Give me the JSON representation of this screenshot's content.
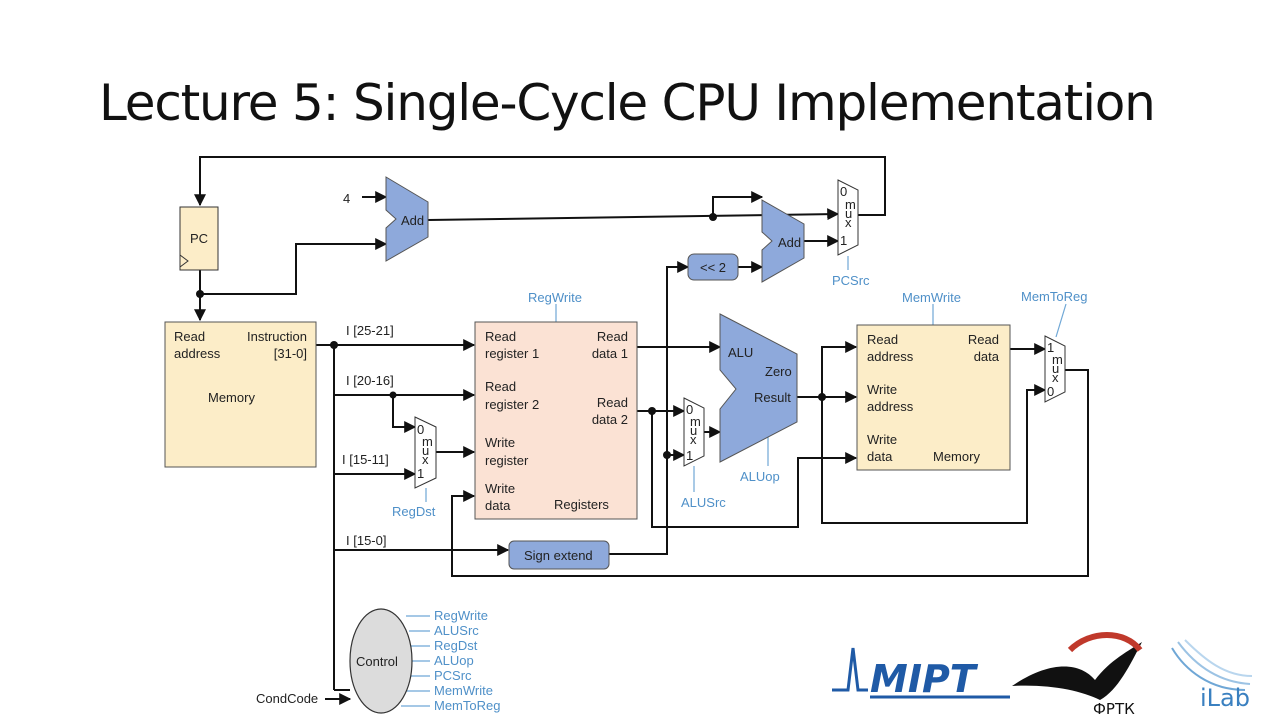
{
  "slide": {
    "title": "Lecture 5: Single-Cycle CPU Implementation"
  },
  "diagram": {
    "pc": "PC",
    "four": "4",
    "add": "Add",
    "shift": "<< 2",
    "mux": {
      "zero": "0",
      "one": "1",
      "m": "m",
      "u": "u",
      "x": "x"
    },
    "imem": {
      "read": "Read",
      "address": "address",
      "instruction": "Instruction",
      "bits": "[31-0]",
      "name": "Memory"
    },
    "fields": {
      "rs": "I [25-21]",
      "rt": "I [20-16]",
      "rd": "I [15-11]",
      "imm": "I [15-0]"
    },
    "regs": {
      "read": "Read",
      "register": "register",
      "one": "1",
      "two": "2",
      "data": "data",
      "write": "Write",
      "name": "Registers"
    },
    "alu": {
      "name": "ALU",
      "zero": "Zero",
      "result": "Result"
    },
    "dmem": {
      "read": "Read",
      "address": "address",
      "data": "data",
      "write": "Write",
      "name": "Memory"
    },
    "sign_extend": "Sign extend",
    "control_label": "Control",
    "cond_code": "CondCode",
    "signals": {
      "reg_write": "RegWrite",
      "alu_src": "ALUSrc",
      "reg_dst": "RegDst",
      "alu_op": "ALUop",
      "pc_src": "PCSrc",
      "mem_write": "MemWrite",
      "mem_to_reg": "MemToReg"
    },
    "control_outputs": [
      "RegWrite",
      "ALUSrc",
      "RegDst",
      "ALUop",
      "PCSrc",
      "MemWrite",
      "MemToReg"
    ]
  },
  "logos": {
    "mipt": "MIPT",
    "frtk": "ФРТК",
    "ilab": "iLab"
  },
  "colors": {
    "memory_fill": "#fcedc8",
    "register_fill": "#fbe2d4",
    "unit_fill": "#8ea9db",
    "control_fill": "#dcdcdc",
    "signal_blue": "#4f90c8",
    "mipt_blue": "#1f5aa6",
    "frtk_red": "#c0392b"
  }
}
